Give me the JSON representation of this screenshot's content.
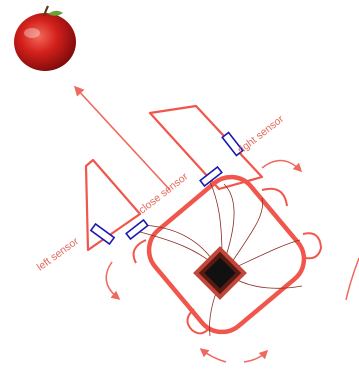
{
  "labels": {
    "left_sensor": "left sensor",
    "close_sensor": "close sensor",
    "right_sensor": "right sensor"
  },
  "colors": {
    "robot_stroke": "#f0564b",
    "arrow": "#ef6a5e",
    "label_text": "#e36a5c",
    "sensor_blue": "#1a1ab0",
    "wire": "#8b2a22",
    "core": "#111111"
  },
  "icons": {
    "target": "apple-icon"
  }
}
